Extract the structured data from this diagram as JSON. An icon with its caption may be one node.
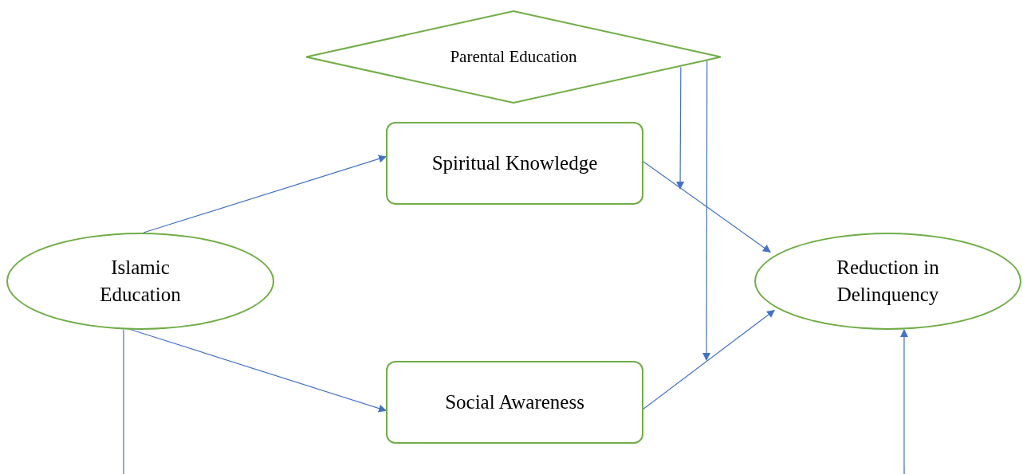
{
  "diagram": {
    "nodes": [
      {
        "text": [
          "Parental Education"
        ]
      },
      {
        "text": [
          "Spiritual Knowledge"
        ]
      },
      {
        "text": [
          "Islamic Education"
        ]
      },
      {
        "text": [
          "Reduction in Delinquency"
        ]
      },
      {
        "text": [
          "Social Awareness"
        ]
      }
    ],
    "edges": [
      {
        "from": 2,
        "to": 1,
        "arrow": "to"
      },
      {
        "from": 2,
        "to": 4,
        "arrow": "to"
      },
      {
        "from": 1,
        "to": 3,
        "arrow": "to"
      },
      {
        "from": 4,
        "to": 3,
        "arrow": "to"
      },
      {
        "from": 0,
        "to": null,
        "arrow": "to"
      },
      {
        "from": 0,
        "to": null,
        "arrow": "to"
      },
      {
        "from": 2,
        "to": null,
        "arrow": "none"
      },
      {
        "from": null,
        "to": 3,
        "arrow": "to"
      }
    ]
  }
}
